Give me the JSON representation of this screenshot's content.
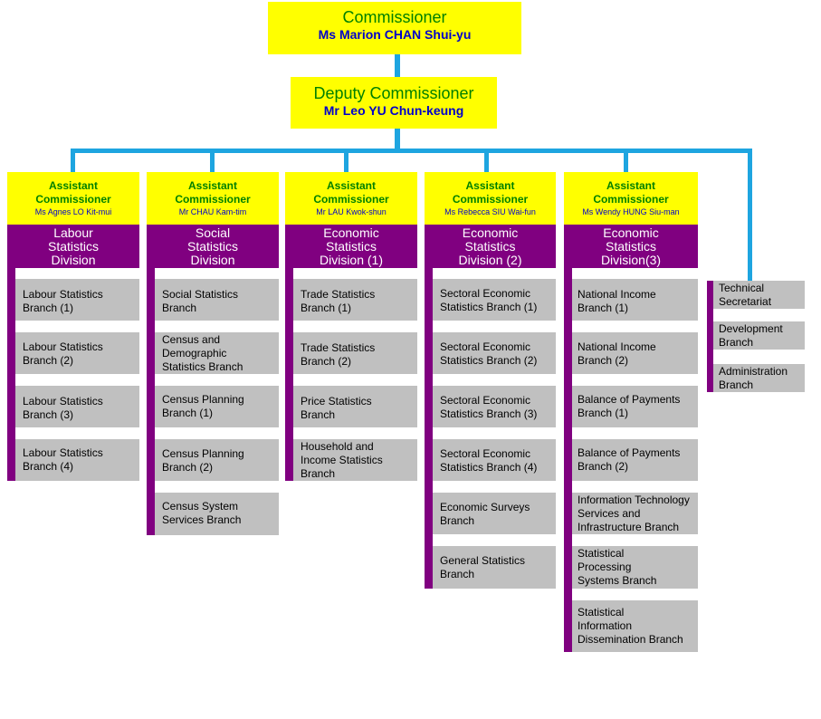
{
  "commissioner": {
    "title": "Commissioner",
    "name": "Ms Marion CHAN Shui-yu"
  },
  "deputy": {
    "title": "Deputy Commissioner",
    "name": "Mr Leo YU Chun-keung"
  },
  "columns": [
    {
      "ac_title": "Assistant\nCommissioner",
      "ac_name": "Ms Agnes LO Kit-mui",
      "division": "Labour\nStatistics\nDivision",
      "branches": [
        "Labour Statistics\nBranch (1)",
        "Labour Statistics\nBranch (2)",
        "Labour Statistics\nBranch (3)",
        "Labour Statistics\nBranch (4)"
      ]
    },
    {
      "ac_title": "Assistant\nCommissioner",
      "ac_name": "Mr CHAU Kam-tim",
      "division": "Social\nStatistics\nDivision",
      "branches": [
        "Social Statistics\nBranch",
        "Census and\nDemographic\nStatistics Branch",
        "Census Planning\nBranch (1)",
        "Census Planning\nBranch (2)",
        "Census System\nServices Branch"
      ]
    },
    {
      "ac_title": "Assistant\nCommissioner",
      "ac_name": "Mr LAU Kwok-shun",
      "division": "Economic\nStatistics\nDivision (1)",
      "branches": [
        "Trade Statistics\nBranch (1)",
        "Trade Statistics\nBranch (2)",
        "Price Statistics\nBranch",
        "Household and\nIncome Statistics\nBranch"
      ]
    },
    {
      "ac_title": "Assistant\nCommissioner",
      "ac_name": "Ms Rebecca SIU Wai-fun",
      "division": "Economic\nStatistics\nDivision (2)",
      "branches": [
        "Sectoral Economic\nStatistics Branch (1)",
        "Sectoral Economic\nStatistics Branch (2)",
        "Sectoral Economic\nStatistics Branch (3)",
        "Sectoral Economic\nStatistics Branch (4)",
        "Economic Surveys\nBranch",
        "General Statistics\nBranch"
      ]
    },
    {
      "ac_title": "Assistant\nCommissioner",
      "ac_name": "Ms Wendy HUNG Siu-man",
      "division": "Economic\nStatistics\nDivision(3)",
      "branches": [
        "National Income\nBranch (1)",
        "National Income\nBranch (2)",
        "Balance of Payments\nBranch (1)",
        "Balance of Payments\nBranch (2)",
        "Information Technology\nServices and\nInfrastructure Branch",
        "Statistical\nProcessing\nSystems Branch",
        "Statistical\nInformation\nDissemination Branch"
      ]
    }
  ],
  "direct_units": [
    "Technical\nSecretariat",
    "Development\nBranch",
    "Administration\nBranch"
  ],
  "colors": {
    "connector": "#1ea5e0",
    "head_box": "#ffff00",
    "title_text": "#008000",
    "name_text": "#0000cc",
    "division": "#800080",
    "branch": "#c0c0c0"
  }
}
